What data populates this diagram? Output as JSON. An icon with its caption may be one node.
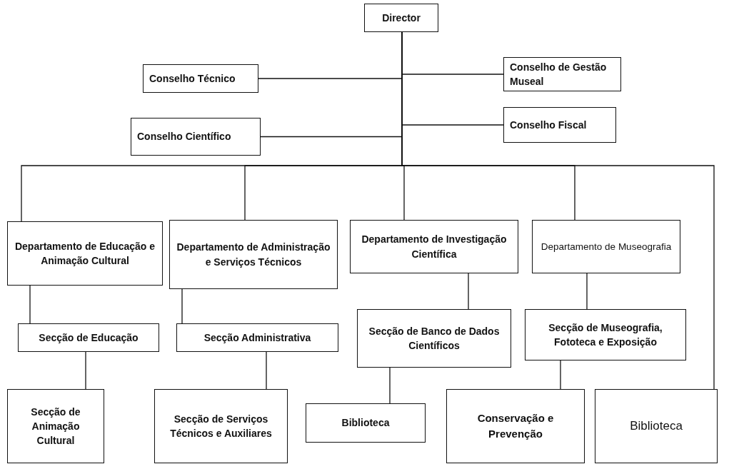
{
  "diagram": {
    "nodes": [
      {
        "text": [
          "Director"
        ]
      },
      {
        "text": [
          "Conselho de Gestão Museal"
        ]
      },
      {
        "text": [
          "Conselho Técnico"
        ]
      },
      {
        "text": [
          "Conselho Fiscal"
        ]
      },
      {
        "text": [
          "Conselho Científico"
        ]
      },
      {
        "text": [
          "Departamento de Educação e Animação Cultural"
        ]
      },
      {
        "text": [
          "Departamento de Administração e Serviços Técnicos"
        ]
      },
      {
        "text": [
          "Departamento de Investigação Científica"
        ]
      },
      {
        "text": [
          "Departamento de Museografia"
        ]
      },
      {
        "text": [
          "Secção de Educação"
        ]
      },
      {
        "text": [
          "Secção Administrativa"
        ]
      },
      {
        "text": [
          "Secção de Banco de Dados Científicos"
        ]
      },
      {
        "text": [
          "Secção de Museografia, Fototeca e Exposição"
        ]
      },
      {
        "text": [
          "Secção de Animação Cultural"
        ]
      },
      {
        "text": [
          "Secção de Serviços Técnicos e Auxiliares"
        ]
      },
      {
        "text": [
          "Biblioteca"
        ]
      },
      {
        "text": [
          "Conservação e Prevenção"
        ]
      },
      {
        "text": [
          "Biblioteca"
        ]
      }
    ],
    "edges": [
      {
        "from": 0,
        "to": 1,
        "arrow": "none"
      },
      {
        "from": 0,
        "to": 2,
        "arrow": "none"
      },
      {
        "from": 0,
        "to": 3,
        "arrow": "none"
      },
      {
        "from": 0,
        "to": 4,
        "arrow": "none"
      },
      {
        "from": 0,
        "to": 5,
        "arrow": "none"
      },
      {
        "from": 0,
        "to": 6,
        "arrow": "none"
      },
      {
        "from": 0,
        "to": 7,
        "arrow": "none"
      },
      {
        "from": 0,
        "to": 8,
        "arrow": "none"
      },
      {
        "from": 0,
        "to": 17,
        "arrow": "none"
      },
      {
        "from": 5,
        "to": 9,
        "arrow": "none"
      },
      {
        "from": 6,
        "to": 10,
        "arrow": "none"
      },
      {
        "from": 7,
        "to": 11,
        "arrow": "none"
      },
      {
        "from": 8,
        "to": 12,
        "arrow": "none"
      },
      {
        "from": 9,
        "to": 13,
        "arrow": "none"
      },
      {
        "from": 10,
        "to": 14,
        "arrow": "none"
      },
      {
        "from": 11,
        "to": 15,
        "arrow": "none"
      },
      {
        "from": 12,
        "to": 16,
        "arrow": "none"
      }
    ]
  }
}
